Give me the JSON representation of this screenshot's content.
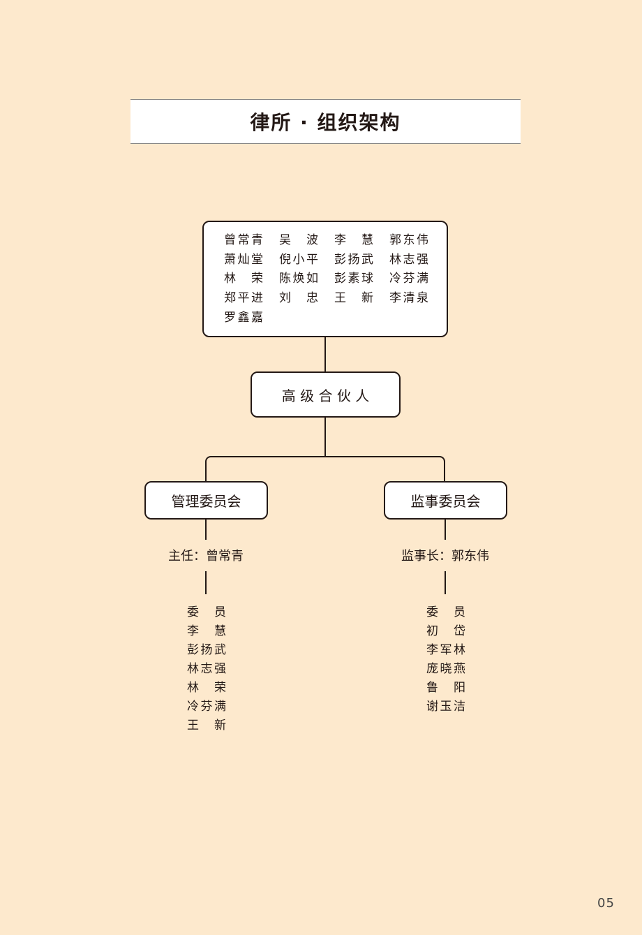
{
  "title": "律所 · 组织架构",
  "partners": [
    "曾常青",
    "吴波",
    "李慧",
    "郭东伟",
    "萧灿堂",
    "倪小平",
    "彭扬武",
    "林志强",
    "林荣",
    "陈焕如",
    "彭素球",
    "冷芬满",
    "郑平进",
    "刘忠",
    "王新",
    "李清泉",
    "罗鑫嘉"
  ],
  "senior_partners": "高 级 合 伙 人",
  "management": {
    "label": "管理委员会",
    "head": "主任：曾常青",
    "members_title": "委员",
    "members": [
      "李慧",
      "彭扬武",
      "林志强",
      "林荣",
      "冷芬满",
      "王新"
    ]
  },
  "supervisory": {
    "label": "监事委员会",
    "head": "监事长：郭东伟",
    "members_title": "委员",
    "members": [
      "初岱",
      "李军林",
      "庞晓燕",
      "鲁阳",
      "谢玉洁"
    ]
  },
  "page_number": "05"
}
